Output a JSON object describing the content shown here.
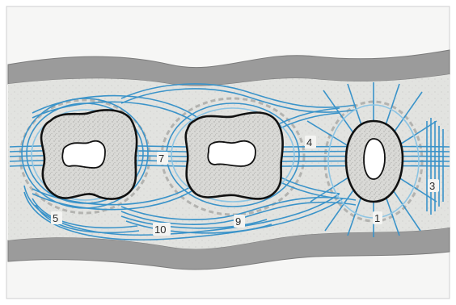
{
  "diagram": {
    "labels": [
      {
        "id": "1",
        "text": "1"
      },
      {
        "id": "3",
        "text": "3"
      },
      {
        "id": "4",
        "text": "4"
      },
      {
        "id": "5",
        "text": "5"
      },
      {
        "id": "7",
        "text": "7"
      },
      {
        "id": "9",
        "text": "9"
      },
      {
        "id": "10",
        "text": "10"
      }
    ],
    "teeth": [
      {
        "name": "left-molar-cross-section"
      },
      {
        "name": "middle-molar-cross-section"
      },
      {
        "name": "oval-root-cross-section"
      }
    ],
    "colors": {
      "fiber": "#3a93c9",
      "fiber_light": "#8cc4e3",
      "gingiva": "#9a9a9a",
      "bone": "#dddedb",
      "tooth": "#d6d6d3",
      "tooth_outline": "#111111",
      "background": "#f6f6f5"
    }
  }
}
